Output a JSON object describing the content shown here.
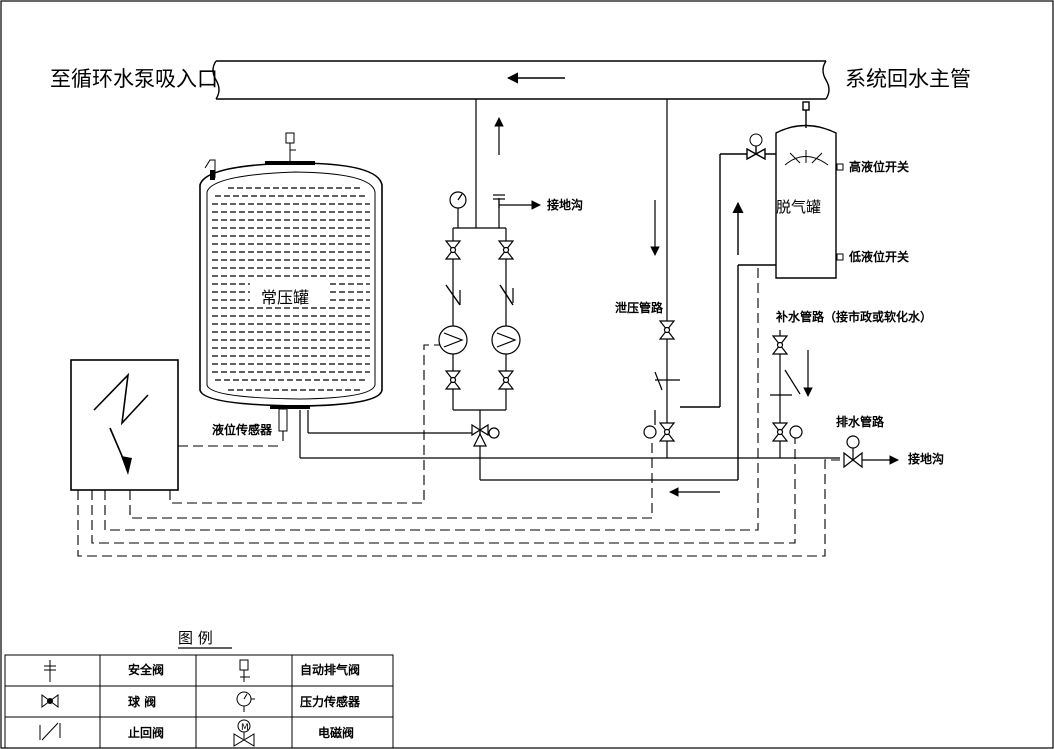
{
  "labels": {
    "header_left": "至循环水泵吸入口",
    "header_right": "系统回水主管",
    "tank_constant": "常压罐",
    "tank_degas": "脱气罐",
    "high_level_switch": "高液位开关",
    "low_level_switch": "低液位开关",
    "drain_ditch_top": "接地沟",
    "drain_ditch_right": "接地沟",
    "pressure_relief_line": "泄压管路",
    "makeup_line": "补水管路（接市政或软化水）",
    "drain_line": "排水管路",
    "level_sensor": "液位传感器"
  },
  "legend": {
    "title": "图 例",
    "rows": [
      {
        "left": "安全阀",
        "right": "自动排气阀"
      },
      {
        "left": "球 阀",
        "right": "压力传感器"
      },
      {
        "left": "止回阀",
        "right": "电磁阀"
      }
    ]
  },
  "symbols": {
    "motor_letter": "M"
  }
}
